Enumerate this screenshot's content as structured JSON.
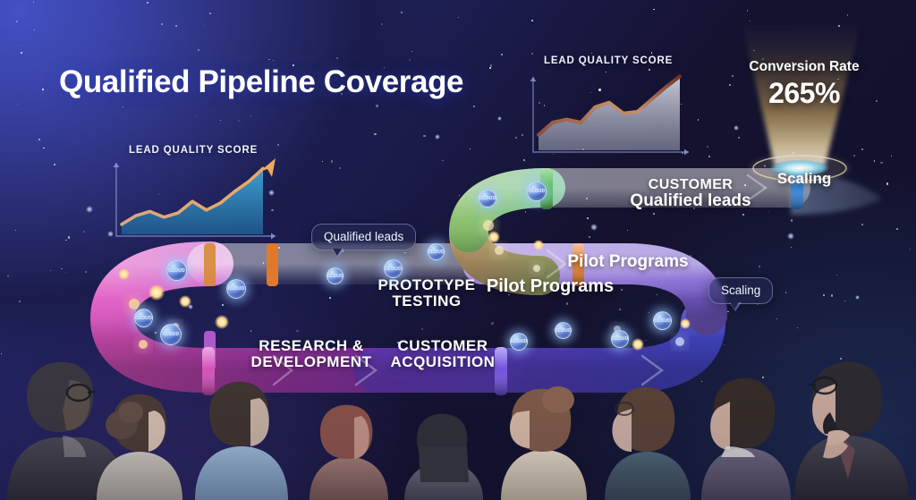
{
  "page": {
    "title": "Qualified Pipeline Coverage",
    "background_top_left": "#3a43a8",
    "background_bottom_right": "#12122c"
  },
  "charts": [
    {
      "id": "left-lead-quality",
      "title": "LEAD QUALITY SCORE",
      "chart_data": {
        "type": "area",
        "title": "LEAD QUALITY SCORE",
        "xlabel": "",
        "ylabel": "",
        "grid": false,
        "legend": "none",
        "x": [
          0,
          1,
          2,
          3,
          4,
          5,
          6,
          7,
          8,
          9,
          10
        ],
        "ylim": [
          0,
          100
        ],
        "series": [
          {
            "name": "Lead quality score",
            "color": "#d9a074",
            "values": [
              14,
              26,
              32,
              24,
              30,
              46,
              34,
              44,
              60,
              74,
              92
            ]
          }
        ],
        "area_fill": "#2a7fae",
        "trend_arrow": true,
        "trend_direction": "up"
      }
    },
    {
      "id": "right-lead-quality",
      "title": "LEAD QUALITY SCORE",
      "chart_data": {
        "type": "area",
        "title": "LEAD QUALITY SCORE",
        "xlabel": "",
        "ylabel": "",
        "grid": false,
        "legend": "none",
        "x": [
          0,
          1,
          2,
          3,
          4,
          5,
          6,
          7,
          8,
          9,
          10
        ],
        "ylim": [
          0,
          100
        ],
        "series": [
          {
            "name": "Lead quality score",
            "color": "#c08b6a",
            "values": [
              20,
              36,
              40,
              36,
              56,
              62,
              48,
              50,
              66,
              82,
              96
            ]
          }
        ],
        "area_fill": "#b9bccb",
        "trend_arrow": false,
        "trend_direction": "up"
      }
    }
  ],
  "pipeline": {
    "segments": [
      {
        "id": "research-development",
        "label_line1": "RESEARCH &",
        "label_line2": "DEVELOPMENT",
        "color": "#c23fa8",
        "style": "caps"
      },
      {
        "id": "customer-acquisition",
        "label_line1": "CUSTOMER",
        "label_line2": "ACQUISITION",
        "color": "#6b3fd4",
        "style": "caps"
      },
      {
        "id": "prototype-testing",
        "label_line1": "PROTOTYPE",
        "label_line2": "TESTING",
        "color": "#e08a33",
        "style": "caps"
      },
      {
        "id": "pilot-programs",
        "label_line1": "Pilot Programs",
        "label_line2": "",
        "color": "#e0872f",
        "style": "title"
      },
      {
        "id": "pilot-programs-upper",
        "label_line1": "Pilot Programs",
        "label_line2": "",
        "color": "#9b7ad6",
        "style": "title"
      },
      {
        "id": "customer-qualified-leads",
        "label_line1": "CUSTOMER",
        "label_line2": "Qualified leads",
        "color": "#2a8fe0",
        "style": "mixed"
      }
    ]
  },
  "callouts": [
    {
      "id": "qualified-leads-callout",
      "text": "Qualified leads"
    },
    {
      "id": "scaling-callout",
      "text": "Scaling"
    }
  ],
  "metric_cone": {
    "metric_label": "Conversion Rate",
    "metric_value": "265%",
    "stage_label": "Scaling",
    "glow_color": "#e8b96a"
  },
  "orbs": [
    {
      "text": "CLOUD"
    },
    {
      "text": "CLOUD"
    },
    {
      "text": "CLOUD"
    },
    {
      "text": "CLOUD"
    },
    {
      "text": "CLOUD"
    },
    {
      "text": "CLOUD"
    },
    {
      "text": "CLOUD"
    },
    {
      "text": "CLOUD"
    },
    {
      "text": "CLOUD"
    },
    {
      "text": "CLOUD"
    },
    {
      "text": "CLOUD"
    },
    {
      "text": "CLOUD"
    }
  ],
  "audience": {
    "description": "Group of people viewed from behind watching the pipeline",
    "count": 9
  }
}
